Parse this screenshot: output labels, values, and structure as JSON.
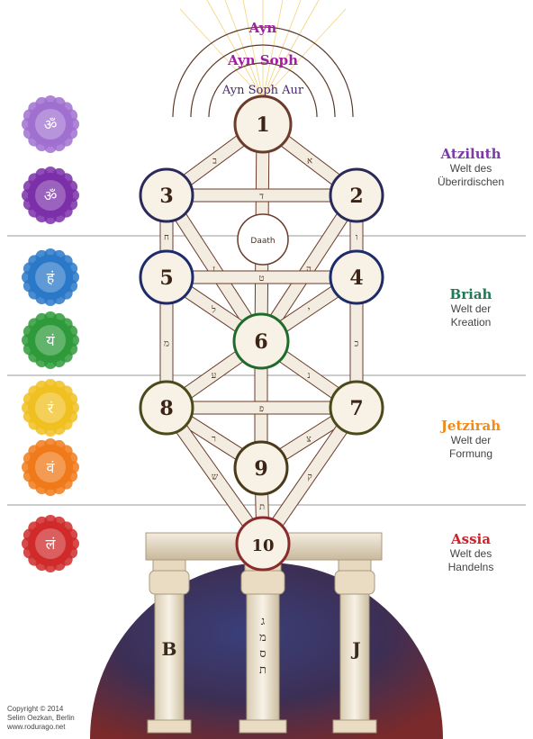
{
  "colors": {
    "path_fill": "#f3ece0",
    "path_stroke": "#6b3b2b",
    "node_fill": "#f7f1e6",
    "divider": "#9a9a9a",
    "earth_dark": "#1d1f4a",
    "earth_red": "#7a2a2a"
  },
  "ayn": {
    "ayn": "Ayn",
    "ayn_soph": "Ayn Soph",
    "ayn_soph_aur": "Ayn Soph Aur"
  },
  "daath": "Daath",
  "sephiroth": [
    {
      "num": "1",
      "ring": "#6b3b2b"
    },
    {
      "num": "2",
      "ring": "#2a2a5a"
    },
    {
      "num": "3",
      "ring": "#2a2a5a"
    },
    {
      "num": "4",
      "ring": "#1d2b6b"
    },
    {
      "num": "5",
      "ring": "#1d2b6b"
    },
    {
      "num": "6",
      "ring": "#1f6b2b"
    },
    {
      "num": "7",
      "ring": "#4a4a1a"
    },
    {
      "num": "8",
      "ring": "#4a4a1a"
    },
    {
      "num": "9",
      "ring": "#4a3a1a"
    },
    {
      "num": "10",
      "ring": "#8a2a2a"
    }
  ],
  "path_letters": [
    "א",
    "ב",
    "ג",
    "ד",
    "ה",
    "ו",
    "ז",
    "ח",
    "ט",
    "י",
    "כ",
    "ל",
    "מ",
    "נ",
    "ס",
    "ע",
    "פ",
    "צ",
    "ק",
    "ר",
    "ש",
    "ת"
  ],
  "worlds": [
    {
      "name": "Atziluth",
      "desc1": "Welt des",
      "desc2": "Überirdischen",
      "color": "#7b3aa8"
    },
    {
      "name": "Briah",
      "desc1": "Welt der",
      "desc2": "Kreation",
      "color": "#1f7a55"
    },
    {
      "name": "Jetzirah",
      "desc1": "Welt der",
      "desc2": "Formung",
      "color": "#f08a1a"
    },
    {
      "name": "Assia",
      "desc1": "Welt des",
      "desc2": "Handelns",
      "color": "#d2202a"
    }
  ],
  "chakras": [
    {
      "name": "crown-chakra",
      "color": "#a070d0",
      "symbol": "ॐ"
    },
    {
      "name": "third-eye-chakra",
      "color": "#7b2fa8",
      "symbol": "ॐ"
    },
    {
      "name": "throat-chakra",
      "color": "#2a78c8",
      "symbol": "हं"
    },
    {
      "name": "heart-chakra",
      "color": "#2e9a3a",
      "symbol": "यं"
    },
    {
      "name": "solar-plexus-chakra",
      "color": "#f0c020",
      "symbol": "रं"
    },
    {
      "name": "sacral-chakra",
      "color": "#f07a1a",
      "symbol": "वं"
    },
    {
      "name": "root-chakra",
      "color": "#d02a2a",
      "symbol": "लं"
    }
  ],
  "pillars": {
    "left": "B",
    "middle1": "ג",
    "middle2": "מ",
    "middle3": "ס",
    "middle4": "ת",
    "right": "J"
  },
  "copyright": {
    "line1": "Copyright © 2014",
    "line2": "Selim Oezkan, Berlin",
    "line3": "www.rodurago.net"
  }
}
